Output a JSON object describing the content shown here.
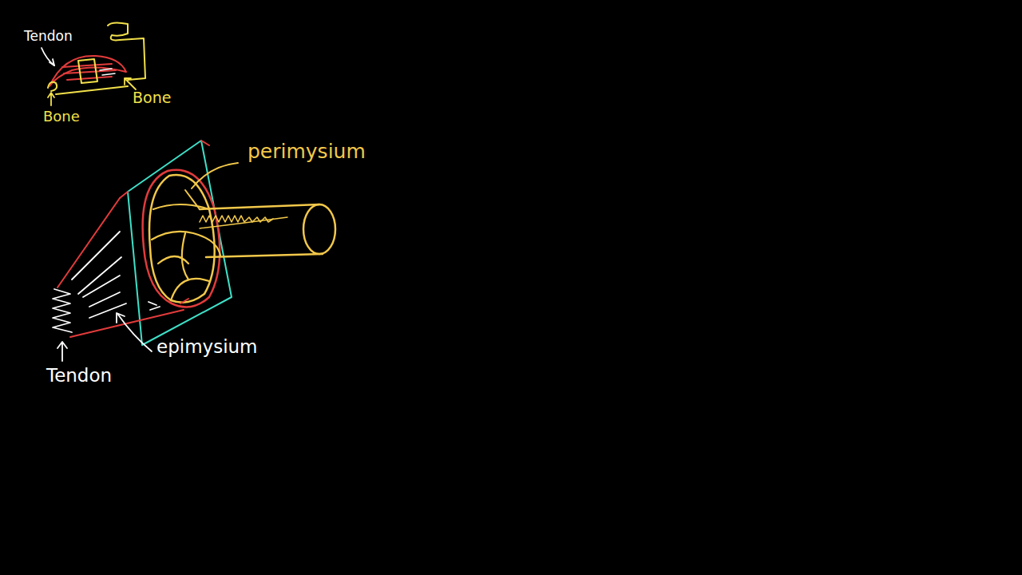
{
  "diagram": {
    "labels": [
      "Tendon",
      "Bone",
      "Bone",
      "perimysium",
      "epimysium",
      "Tendon"
    ]
  }
}
